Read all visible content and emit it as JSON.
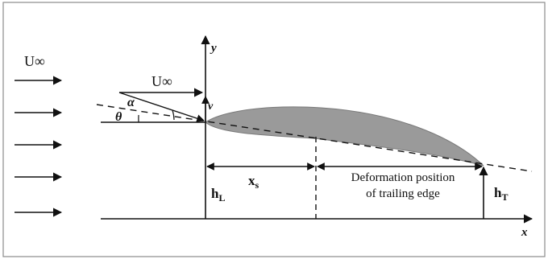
{
  "diagram": {
    "labels": {
      "freestream_left": "U∞",
      "freestream_top": "U∞",
      "y_axis": "y",
      "x_axis": "x",
      "v": "v",
      "alpha": "α",
      "theta": "θ",
      "xs_main": "x",
      "xs_sub": "s",
      "hL_main": "h",
      "hL_sub": "L",
      "hT_main": "h",
      "hT_sub": "T",
      "deformation_line1": "Deformation position",
      "deformation_line2": "of trailing edge"
    },
    "colors": {
      "airfoil_fill": "#9a9a9a",
      "stroke": "#111111",
      "frame": "#8a8a8a"
    }
  }
}
